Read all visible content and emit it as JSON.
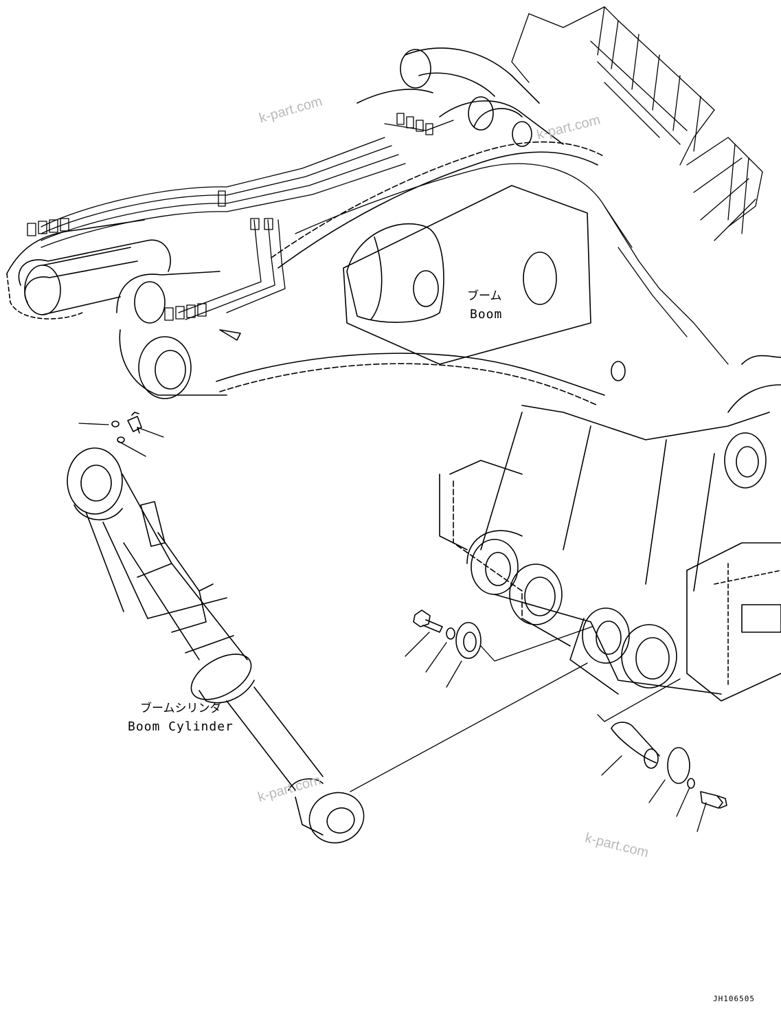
{
  "labels": {
    "boom_jp": "ブーム",
    "boom_en": "Boom",
    "boom_cylinder_jp": "ブームシリンダ",
    "boom_cylinder_en": "Boom Cylinder",
    "drawing_code": "JH106505"
  },
  "watermarks": [
    "k-part.com",
    "k-part.com",
    "k-part.com",
    "k-part.com"
  ],
  "colors": {
    "line": "#000000",
    "watermark": "#b9b9b9",
    "background": "#ffffff"
  },
  "icons": [
    "grease-fitting-icon",
    "o-ring-icon",
    "bolt-icon",
    "washer-icon",
    "plate-icon",
    "pin-icon"
  ]
}
